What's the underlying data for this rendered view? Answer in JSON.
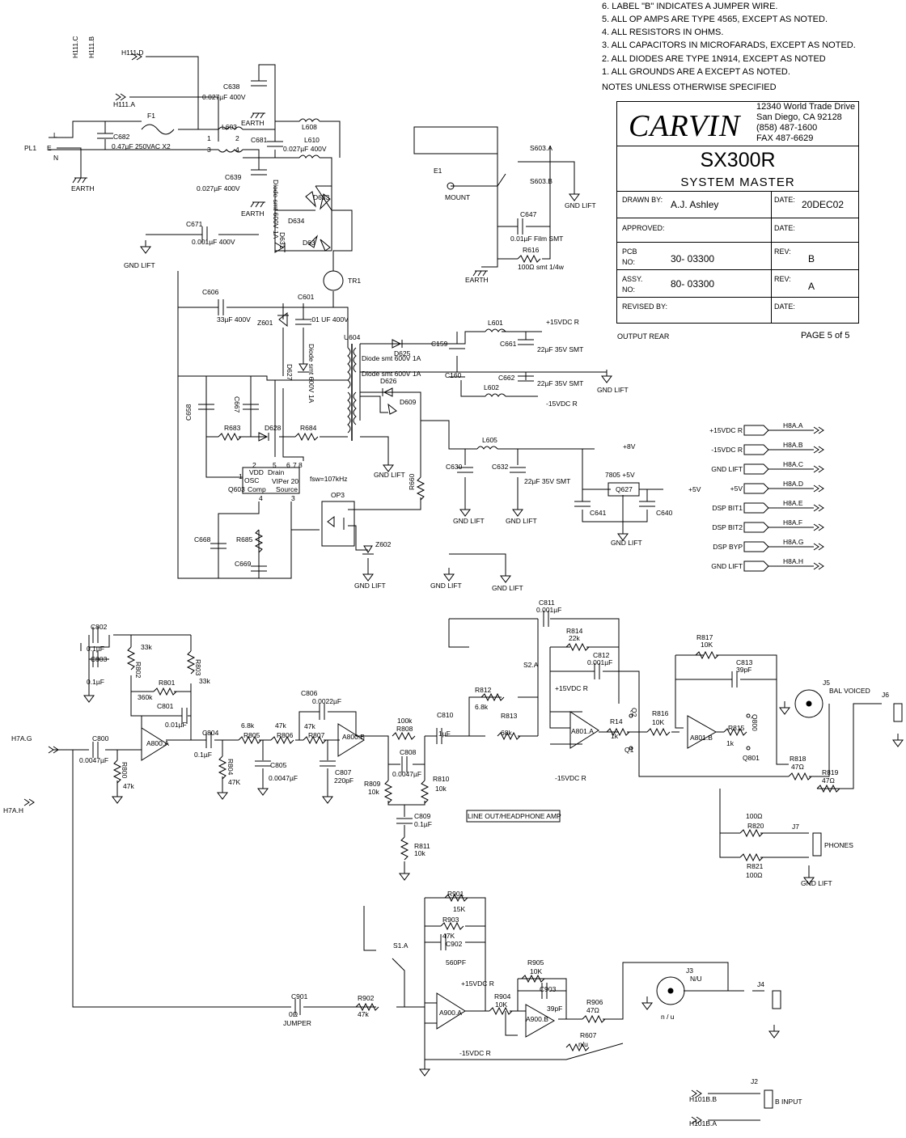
{
  "notes_header": "NOTES UNLESS OTHERWISE SPECIFIED",
  "notes": [
    "6.  LABEL \"B\" INDICATES A JUMPER WIRE.",
    "5.  ALL OP AMPS ARE TYPE 4565, EXCEPT AS NOTED.",
    "4.  ALL RESISTORS IN OHMS.",
    "3.   ALL CAPACITORS IN MICROFARADS, EXCEPT AS NOTED.",
    "2.  ALL DIODES ARE TYPE 1N914, EXCEPT AS NOTED",
    "1.  ALL GROUNDS ARE  A  EXCEPT AS NOTED."
  ],
  "title_block": {
    "company": "CARVIN",
    "address": [
      "12340 World Trade Drive",
      "San Diego, CA  92128",
      "(858)  487-1600",
      "FAX 487-6629"
    ],
    "model": "SX300R",
    "subtitle": "SYSTEM  MASTER",
    "drawn_by_label": "DRAWN BY:",
    "drawn_by": "A.J. Ashley",
    "date_label": "DATE:",
    "date": "20DEC02",
    "approved_label": "APPROVED:",
    "date2_label": "DATE:",
    "pcb_label": "PCB",
    "no_label": "NO:",
    "pcb_no": "30- 03300",
    "rev_label": "REV:",
    "pcb_rev": "B",
    "assy_label": "ASSY.",
    "assy_no_label": "NO:",
    "assy_no": "80- 03300",
    "rev2_label": "REV:",
    "assy_rev": "A",
    "revised_label": "REVISED BY:",
    "date3_label": "DATE:",
    "bottom_left": "OUTPUT REAR",
    "page": "PAGE 5 of 5"
  },
  "labels": [
    {
      "id": "h111d",
      "t": "H111.D"
    },
    {
      "id": "h111c",
      "t": "H111.C"
    },
    {
      "id": "h111b",
      "t": "H111.B"
    },
    {
      "id": "h111a",
      "t": "H111.A"
    },
    {
      "id": "f1",
      "t": "F1"
    },
    {
      "id": "l",
      "t": "L"
    },
    {
      "id": "e",
      "t": "E"
    },
    {
      "id": "n",
      "t": "N"
    },
    {
      "id": "pl1",
      "t": "PL1"
    },
    {
      "id": "c682",
      "t": "C682"
    },
    {
      "id": "c682v",
      "t": "0.47µF 250VAC X2"
    },
    {
      "id": "earth1",
      "t": "EARTH"
    },
    {
      "id": "c638",
      "t": "C638"
    },
    {
      "id": "c638v",
      "t": "0.027µF  400V"
    },
    {
      "id": "earth2",
      "t": "EARTH"
    },
    {
      "id": "l603",
      "t": "L603"
    },
    {
      "id": "p1",
      "t": "1"
    },
    {
      "id": "p2",
      "t": "2"
    },
    {
      "id": "p3",
      "t": "3"
    },
    {
      "id": "p4",
      "t": "4"
    },
    {
      "id": "c681",
      "t": "C681"
    },
    {
      "id": "l608",
      "t": "L608"
    },
    {
      "id": "l610",
      "t": "L610"
    },
    {
      "id": "l610v",
      "t": "0.027µF  400V"
    },
    {
      "id": "c639",
      "t": "C639"
    },
    {
      "id": "c639v",
      "t": "0.027µF  400V"
    },
    {
      "id": "earth3",
      "t": "EARTH"
    },
    {
      "id": "diode1",
      "t": "Diode smt 600V 1A"
    },
    {
      "id": "d633",
      "t": "D633"
    },
    {
      "id": "d634",
      "t": "D634"
    },
    {
      "id": "d631",
      "t": "D631"
    },
    {
      "id": "d632",
      "t": "D63"
    },
    {
      "id": "c671",
      "t": "C671"
    },
    {
      "id": "c671v",
      "t": "0.001µF  400V"
    },
    {
      "id": "gl1",
      "t": "GND LIFT"
    },
    {
      "id": "tr1",
      "t": "TR1"
    },
    {
      "id": "c606",
      "t": "C606"
    },
    {
      "id": "c606v",
      "t": "33µF  400V"
    },
    {
      "id": "c601",
      "t": "C601"
    },
    {
      "id": "c601v",
      "t": ".01 UF 400V"
    },
    {
      "id": "z601",
      "t": "Z601"
    },
    {
      "id": "u604",
      "t": "U604"
    },
    {
      "id": "d627",
      "t": "D627"
    },
    {
      "id": "diode2",
      "t": "Diode smt 600V 1A"
    },
    {
      "id": "d625",
      "t": "D625"
    },
    {
      "id": "diode3",
      "t": "Diode smt 600V 1A"
    },
    {
      "id": "diode4",
      "t": "Diode smt 600V 1A"
    },
    {
      "id": "d626",
      "t": "D626"
    },
    {
      "id": "d609",
      "t": "D609"
    },
    {
      "id": "c159",
      "t": "C159"
    },
    {
      "id": "c160",
      "t": "C160"
    },
    {
      "id": "l601",
      "t": "L601"
    },
    {
      "id": "l602",
      "t": "L602"
    },
    {
      "id": "c661",
      "t": "C661"
    },
    {
      "id": "c661v",
      "t": "22µF 35V SMT"
    },
    {
      "id": "c662",
      "t": "C662"
    },
    {
      "id": "c662v",
      "t": "22µF 35V SMT"
    },
    {
      "id": "p15",
      "t": "+15VDC R"
    },
    {
      "id": "m15",
      "t": "-15VDC R"
    },
    {
      "id": "gl2",
      "t": "GND LIFT"
    },
    {
      "id": "c658",
      "t": "C658"
    },
    {
      "id": "c667",
      "t": "C667"
    },
    {
      "id": "r683",
      "t": "R683"
    },
    {
      "id": "d628",
      "t": "D628"
    },
    {
      "id": "r684",
      "t": "R684"
    },
    {
      "id": "vdd",
      "t": "VDD"
    },
    {
      "id": "drain",
      "t": "Drain"
    },
    {
      "id": "osc",
      "t": "OSC"
    },
    {
      "id": "viper",
      "t": "VIPer 20"
    },
    {
      "id": "comp",
      "t": "Comp"
    },
    {
      "id": "source",
      "t": "Source"
    },
    {
      "id": "q603",
      "t": "Q603"
    },
    {
      "id": "fsw",
      "t": "fsw=107kHz"
    },
    {
      "id": "pn2",
      "t": "2"
    },
    {
      "id": "pn5",
      "t": "5"
    },
    {
      "id": "pn6",
      "t": "6"
    },
    {
      "id": "pn7",
      "t": "7"
    },
    {
      "id": "pn8",
      "t": "8"
    },
    {
      "id": "pn1",
      "t": "1"
    },
    {
      "id": "pn4",
      "t": "4"
    },
    {
      "id": "pn3",
      "t": "3"
    },
    {
      "id": "gl3",
      "t": "GND LIFT"
    },
    {
      "id": "op3",
      "t": "OP3"
    },
    {
      "id": "r660",
      "t": "R660"
    },
    {
      "id": "z602",
      "t": "Z602"
    },
    {
      "id": "gl4",
      "t": "GND LIFT"
    },
    {
      "id": "c668",
      "t": "C668"
    },
    {
      "id": "r685",
      "t": "R685"
    },
    {
      "id": "c669",
      "t": "C669"
    },
    {
      "id": "gl5",
      "t": "GND LIFT"
    },
    {
      "id": "gl6",
      "t": "GND LIFT"
    },
    {
      "id": "l605",
      "t": "L605"
    },
    {
      "id": "p8v",
      "t": "+8V"
    },
    {
      "id": "c630",
      "t": "C630"
    },
    {
      "id": "c632",
      "t": "C632"
    },
    {
      "id": "c632v",
      "t": "22µF 35V SMT"
    },
    {
      "id": "reg",
      "t": "7805 +5V"
    },
    {
      "id": "q627",
      "t": "Q627"
    },
    {
      "id": "p5v",
      "t": "+5V"
    },
    {
      "id": "c641",
      "t": "C641"
    },
    {
      "id": "c640",
      "t": "C640"
    },
    {
      "id": "gl7",
      "t": "GND LIFT"
    },
    {
      "id": "gl8",
      "t": "GND LIFT"
    },
    {
      "id": "gl9",
      "t": "GND LIFT"
    },
    {
      "id": "e1",
      "t": "E1"
    },
    {
      "id": "mount",
      "t": "MOUNT"
    },
    {
      "id": "s603a",
      "t": "S603.A"
    },
    {
      "id": "s603b",
      "t": "S603.B"
    },
    {
      "id": "gl10",
      "t": "GND LIFT"
    },
    {
      "id": "c647",
      "t": "C647"
    },
    {
      "id": "c647v",
      "t": "0.01µF Film SMT"
    },
    {
      "id": "r616",
      "t": "R616"
    },
    {
      "id": "r616v",
      "t": "100Ω smt 1/4w"
    },
    {
      "id": "earth4",
      "t": "EARTH"
    },
    {
      "id": "c802",
      "t": "C802"
    },
    {
      "id": "c802v",
      "t": "0.1µF"
    },
    {
      "id": "c803",
      "t": "C803"
    },
    {
      "id": "c803v",
      "t": "0.1µF"
    },
    {
      "id": "r802",
      "t": "R802"
    },
    {
      "id": "r802v",
      "t": "33k"
    },
    {
      "id": "r803",
      "t": "R803"
    },
    {
      "id": "r803v",
      "t": "33k"
    },
    {
      "id": "r801",
      "t": "R801"
    },
    {
      "id": "r801v",
      "t": "360k"
    },
    {
      "id": "c801",
      "t": "C801"
    },
    {
      "id": "c801v",
      "t": "0.01µF"
    },
    {
      "id": "h7ag",
      "t": "H7A.G"
    },
    {
      "id": "h7ah",
      "t": "H7A.H"
    },
    {
      "id": "c800",
      "t": "C800"
    },
    {
      "id": "c800v",
      "t": "0.0047µF"
    },
    {
      "id": "r800",
      "t": "R800"
    },
    {
      "id": "r800v",
      "t": "47k"
    },
    {
      "id": "a800a",
      "t": "A800.A"
    },
    {
      "id": "c804",
      "t": "C804"
    },
    {
      "id": "c804v",
      "t": "0.1µF"
    },
    {
      "id": "r804",
      "t": "R804"
    },
    {
      "id": "r804v",
      "t": "47K"
    },
    {
      "id": "r805",
      "t": "R805"
    },
    {
      "id": "r805v",
      "t": "6.8k"
    },
    {
      "id": "r806",
      "t": "R806"
    },
    {
      "id": "r806v",
      "t": "47k"
    },
    {
      "id": "c805",
      "t": "C805"
    },
    {
      "id": "c805v",
      "t": "0.0047µF"
    },
    {
      "id": "c806",
      "t": "C806"
    },
    {
      "id": "c806v",
      "t": "0.0022µF"
    },
    {
      "id": "r807",
      "t": "R807"
    },
    {
      "id": "r807v",
      "t": "47k"
    },
    {
      "id": "c807",
      "t": "C807"
    },
    {
      "id": "c807v",
      "t": "220pF"
    },
    {
      "id": "a800b",
      "t": "A800.B"
    },
    {
      "id": "r808",
      "t": "R808"
    },
    {
      "id": "r808v",
      "t": "100k"
    },
    {
      "id": "c808",
      "t": "C808"
    },
    {
      "id": "c808v",
      "t": "0.0047µF"
    },
    {
      "id": "r809",
      "t": "R809"
    },
    {
      "id": "r809v",
      "t": "10k"
    },
    {
      "id": "r810",
      "t": "R810"
    },
    {
      "id": "r810v",
      "t": "10k"
    },
    {
      "id": "c809",
      "t": "C809"
    },
    {
      "id": "c809v",
      "t": "0.1µF"
    },
    {
      "id": "r811",
      "t": "R811"
    },
    {
      "id": "r811v",
      "t": "10k"
    },
    {
      "id": "c810",
      "t": "C810"
    },
    {
      "id": "c810v",
      "t": "1µF"
    },
    {
      "id": "r812",
      "t": "R812"
    },
    {
      "id": "r812v",
      "t": "6.8k"
    },
    {
      "id": "r813",
      "t": "R813"
    },
    {
      "id": "r813v",
      "t": "68k"
    },
    {
      "id": "c811",
      "t": "C811"
    },
    {
      "id": "c811v",
      "t": "0.001µF"
    },
    {
      "id": "r814",
      "t": "R814"
    },
    {
      "id": "r814v",
      "t": "22k"
    },
    {
      "id": "c812",
      "t": "C812"
    },
    {
      "id": "c812v",
      "t": "0.001µF"
    },
    {
      "id": "s2a",
      "t": "S2.A"
    },
    {
      "id": "p15b",
      "t": "+15VDC R"
    },
    {
      "id": "m15b",
      "t": "-15VDC R"
    },
    {
      "id": "a801a",
      "t": "A801.A"
    },
    {
      "id": "r14",
      "t": "R14"
    },
    {
      "id": "r14v",
      "t": "1k"
    },
    {
      "id": "q2",
      "t": "Q2"
    },
    {
      "id": "q1",
      "t": "Q1"
    },
    {
      "id": "r816",
      "t": "R816"
    },
    {
      "id": "r816v",
      "t": "10K"
    },
    {
      "id": "a801b",
      "t": "A801.B"
    },
    {
      "id": "r815",
      "t": "R815"
    },
    {
      "id": "r815v",
      "t": "1k"
    },
    {
      "id": "q800",
      "t": "Q800"
    },
    {
      "id": "q801",
      "t": "Q801"
    },
    {
      "id": "r817",
      "t": "R817"
    },
    {
      "id": "r817v",
      "t": "10K"
    },
    {
      "id": "c813",
      "t": "C813"
    },
    {
      "id": "c813v",
      "t": "39pF"
    },
    {
      "id": "j5",
      "t": "J5"
    },
    {
      "id": "balv",
      "t": "BAL VOICED"
    },
    {
      "id": "j6",
      "t": "J6"
    },
    {
      "id": "r818",
      "t": "R818"
    },
    {
      "id": "r818v",
      "t": "47Ω"
    },
    {
      "id": "r819",
      "t": "R819"
    },
    {
      "id": "r819v",
      "t": "47Ω"
    },
    {
      "id": "lineout",
      "t": "LINE OUT/HEADPHONE AMP"
    },
    {
      "id": "r820v",
      "t": "100Ω"
    },
    {
      "id": "r820",
      "t": "R820"
    },
    {
      "id": "j7",
      "t": "J7"
    },
    {
      "id": "phones",
      "t": "PHONES"
    },
    {
      "id": "r821",
      "t": "R821"
    },
    {
      "id": "r821v",
      "t": "100Ω"
    },
    {
      "id": "gl11",
      "t": "GND LIFT"
    },
    {
      "id": "r901",
      "t": "R901"
    },
    {
      "id": "r901v",
      "t": "15K"
    },
    {
      "id": "r903",
      "t": "R903"
    },
    {
      "id": "r903v",
      "t": "47K"
    },
    {
      "id": "c902",
      "t": "C902"
    },
    {
      "id": "c902v",
      "t": "560PF"
    },
    {
      "id": "s1a",
      "t": "S1.A"
    },
    {
      "id": "c901",
      "t": "C901"
    },
    {
      "id": "c901v",
      "t": "0Ω"
    },
    {
      "id": "jumper",
      "t": "JUMPER"
    },
    {
      "id": "r902",
      "t": "R902"
    },
    {
      "id": "r902v",
      "t": "47k"
    },
    {
      "id": "p15c",
      "t": "+15VDC R"
    },
    {
      "id": "m15c",
      "t": "-15VDC R"
    },
    {
      "id": "a900a",
      "t": "A900.A"
    },
    {
      "id": "r904",
      "t": "R904"
    },
    {
      "id": "r904v",
      "t": "10K"
    },
    {
      "id": "r905",
      "t": "R905"
    },
    {
      "id": "r905v",
      "t": "10K"
    },
    {
      "id": "c903",
      "t": "C903"
    },
    {
      "id": "c903v",
      "t": "39pF"
    },
    {
      "id": "a900b",
      "t": "A900.B"
    },
    {
      "id": "r906",
      "t": "R906"
    },
    {
      "id": "r906v",
      "t": "47Ω"
    },
    {
      "id": "r607",
      "t": "R607"
    },
    {
      "id": "r607v",
      "t": "n/u"
    },
    {
      "id": "j3",
      "t": "J3"
    },
    {
      "id": "j3nu",
      "t": "N/U"
    },
    {
      "id": "j3nu2",
      "t": "n / u"
    },
    {
      "id": "j4",
      "t": "J4"
    },
    {
      "id": "j2",
      "t": "J2"
    },
    {
      "id": "h101bb",
      "t": "H101B.B"
    },
    {
      "id": "h101ba",
      "t": "H101B.A"
    },
    {
      "id": "binput",
      "t": "B  INPUT"
    }
  ],
  "connectors": [
    {
      "net": "+15VDC R",
      "ref": "H8A.A"
    },
    {
      "net": "-15VDC R",
      "ref": "H8A.B"
    },
    {
      "net": "GND LIFT",
      "ref": "H8A.C"
    },
    {
      "net": "+5V",
      "ref": "H8A.D"
    },
    {
      "net": "DSP BIT1",
      "ref": "H8A.E"
    },
    {
      "net": "DSP BIT2",
      "ref": "H8A.F"
    },
    {
      "net": "DSP BYP",
      "ref": "H8A.G"
    },
    {
      "net": "GND LIFT",
      "ref": "H8A.H"
    }
  ]
}
